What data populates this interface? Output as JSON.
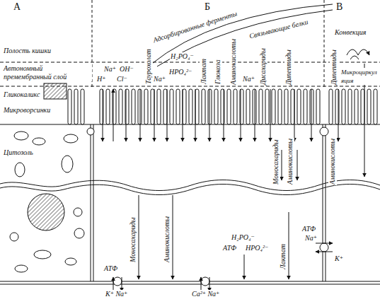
{
  "diagram": {
    "labels": [
      "А",
      "Б",
      "В",
      "Адсорбированные ферменты",
      "Связывающие белки",
      "Конвекция",
      "Полость кишки",
      "Na⁺",
      "OH⁻",
      "Автономный премембранный слой",
      "H⁺",
      "Cl⁻",
      "Таурохолат",
      "Na⁺",
      "H₂PO₄⁻",
      "HPO₄²⁻",
      "Лактат",
      "Глюкоза",
      "Аминокислоты",
      "Na⁺",
      "Дисахариды",
      "Дипептиды",
      "Дипептиды",
      "Гликокаликс",
      "Микроциркуляция",
      "Микроворсинки",
      "Моносахариды",
      "Аминокислоты",
      "Аминокислоты",
      "Цитозоль",
      "Моносахариды",
      "Аминокислоты",
      "H₂PO₄⁻",
      "АТФ",
      "HPO₄²⁻",
      "Лактат",
      "АТФ",
      "Na⁺",
      "K⁺",
      "АТФ",
      "K⁺ Na⁺",
      "Ca²⁺ Na⁺"
    ]
  }
}
